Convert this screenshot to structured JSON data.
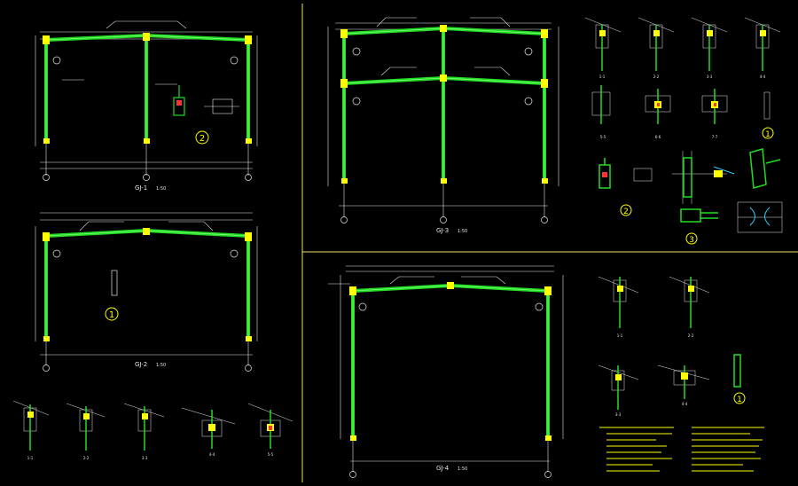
{
  "drawing": {
    "background": "#000000",
    "colors": {
      "frame": "#22dd22",
      "frame_inner": "#7fff7f",
      "lines": "#e6e6e6",
      "accent": "#ffff00",
      "border": "#f0e06a",
      "detail_red": "#ff3333",
      "detail_cyan": "#33ccff"
    },
    "frames": [
      {
        "id": "gj1",
        "label": "GJ-1",
        "scale": "1:50"
      },
      {
        "id": "gj2",
        "label": "GJ-2",
        "scale": "1:50"
      },
      {
        "id": "gj3",
        "label": "GJ-3",
        "scale": "1:50"
      },
      {
        "id": "gj4",
        "label": "GJ-4",
        "scale": "1:50"
      }
    ],
    "callouts": {
      "gj1": "2",
      "gj2": "1",
      "gj3_a": "1",
      "gj3_b": "2",
      "gj3_c": "3",
      "gj4": "1"
    },
    "section_tags": {
      "row_bottom_left": [
        "1-1",
        "2-2",
        "3-3",
        "4-4",
        "5-5"
      ],
      "row_top_right_1": [
        "1-1",
        "2-2",
        "3-3",
        "4-4"
      ],
      "row_top_right_2": [
        "5-5",
        "6-6",
        "7-7"
      ],
      "row_lower_right": [
        "1-1",
        "2-2",
        "3-3",
        "4-4"
      ]
    }
  }
}
